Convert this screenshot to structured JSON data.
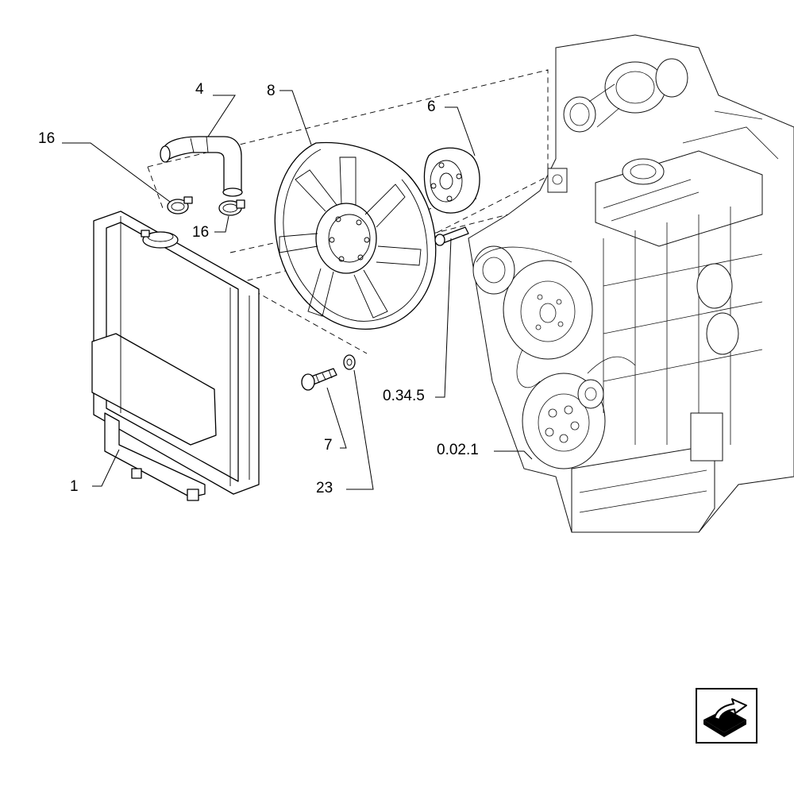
{
  "callouts": {
    "c1": "1",
    "c4": "4",
    "c6": "6",
    "c7": "7",
    "c8": "8",
    "c16a": "16",
    "c16b": "16",
    "c23": "23",
    "c0345": "0.34.5",
    "c021": "0.02.1"
  },
  "icons": {
    "next_page": "arrow-next-icon"
  }
}
